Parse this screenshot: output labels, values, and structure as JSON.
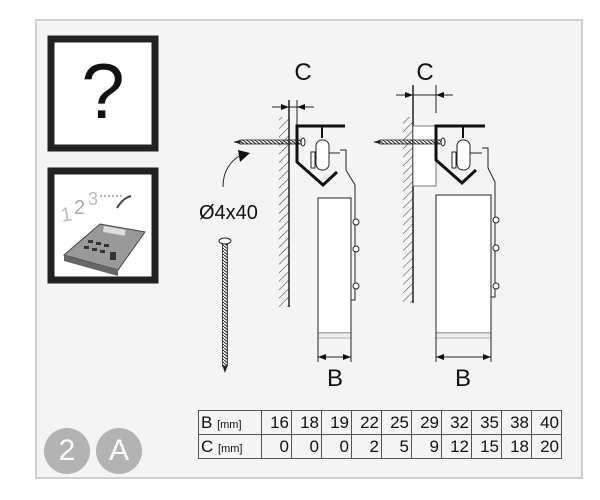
{
  "help_icon": "question-mark-icon",
  "calculator_icon": "calculator-icon",
  "labels": {
    "c": "C",
    "b": "B",
    "screw_size": "Ø4x40"
  },
  "table": {
    "unit": "[mm]",
    "rows": [
      {
        "label": "B",
        "values": [
          "16",
          "18",
          "19",
          "22",
          "25",
          "29",
          "32",
          "35",
          "38",
          "40"
        ]
      },
      {
        "label": "C",
        "values": [
          "0",
          "0",
          "0",
          "2",
          "5",
          "9",
          "12",
          "15",
          "18",
          "20"
        ]
      }
    ]
  },
  "badges": [
    "2",
    "A"
  ]
}
